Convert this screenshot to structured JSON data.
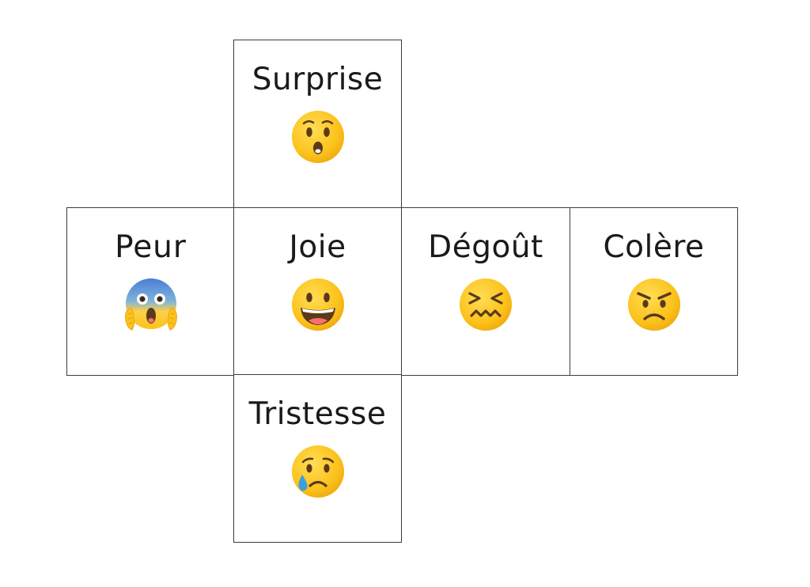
{
  "emotions": {
    "surprise": {
      "label": "Surprise",
      "icon": "astonished-face-icon"
    },
    "peur": {
      "label": "Peur",
      "icon": "screaming-face-icon"
    },
    "joie": {
      "label": "Joie",
      "icon": "grinning-face-icon"
    },
    "degout": {
      "label": "Dégoût",
      "icon": "confounded-face-icon"
    },
    "colere": {
      "label": "Colère",
      "icon": "angry-face-icon"
    },
    "tristesse": {
      "label": "Tristesse",
      "icon": "sad-but-relieved-face-icon"
    }
  },
  "colors": {
    "border": "#3c3c3c",
    "text": "#1a1a1a",
    "emoji_yellow": "#fcc21b",
    "emoji_dark": "#5b3a1a",
    "tear_blue": "#3d9ee0",
    "fear_blue": "#4a7fd6"
  }
}
